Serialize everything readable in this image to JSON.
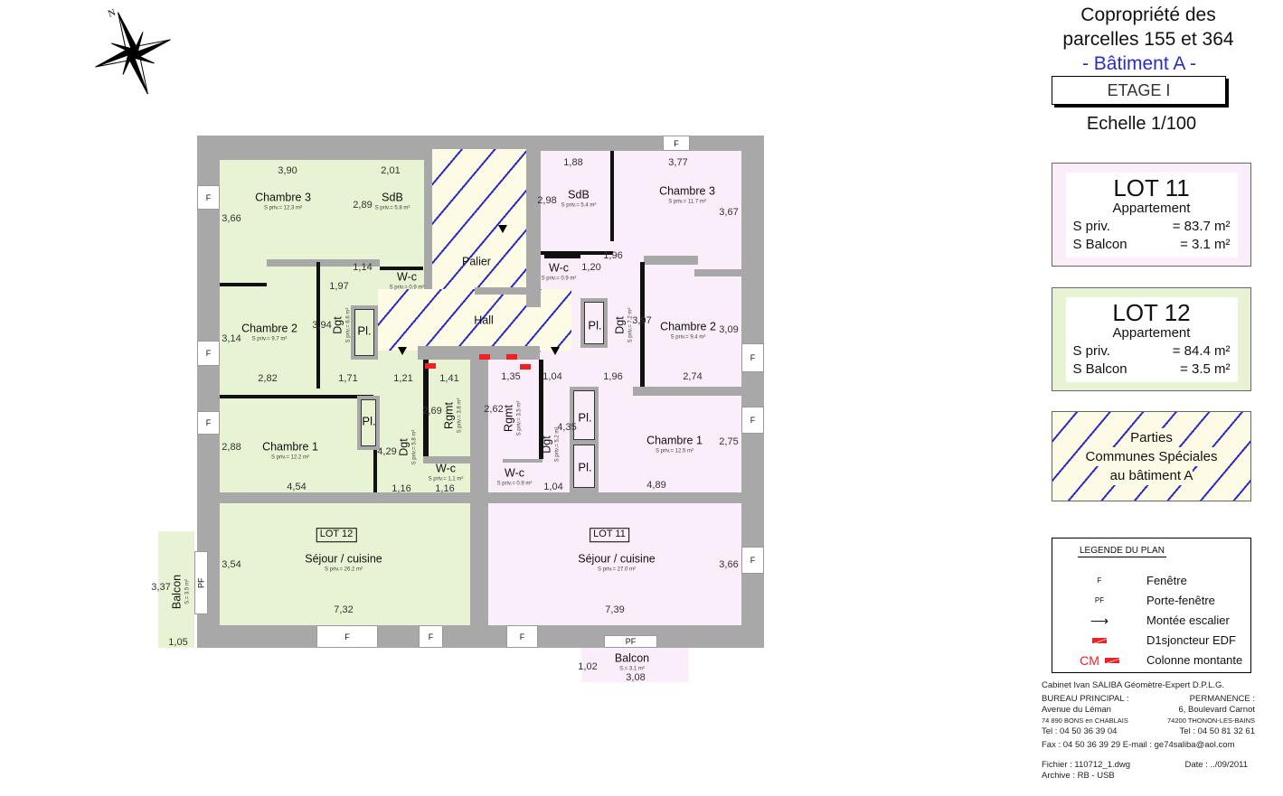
{
  "title": {
    "line1": "Copropriété des",
    "line2": "parcelles 155 et 364",
    "building": "- Bâtiment A -",
    "floor": "ETAGE  I",
    "scale": "Echelle 1/100"
  },
  "compass": {
    "north": "N"
  },
  "lots": [
    {
      "name": "LOT 11",
      "type": "Appartement",
      "priv_label": "S priv.",
      "priv": "= 83.7 m²",
      "balcon_label": "S Balcon",
      "balcon": "=   3.1 m²",
      "color": "#faeefa"
    },
    {
      "name": "LOT 12",
      "type": "Appartement",
      "priv_label": "S priv.",
      "priv": "= 84.4 m²",
      "balcon_label": "S Balcon",
      "balcon": "=   3.5 m²",
      "color": "#e7f3d2"
    }
  ],
  "common": {
    "line1": "Parties",
    "line2": "Communes Spéciales",
    "line3": "au bâtiment A"
  },
  "legend": {
    "title": "LEGENDE DU PLAN",
    "items": [
      {
        "sym": "F",
        "label": "Fenêtre"
      },
      {
        "sym": "PF",
        "label": "Porte-fenêtre"
      },
      {
        "sym": "arrow-icon",
        "label": "Montée escalier"
      },
      {
        "sym": "breaker-icon",
        "label": "D1sjoncteur EDF"
      },
      {
        "sym": "CM",
        "label": "Colonne montante"
      }
    ]
  },
  "footer": {
    "cabinet": "Cabinet Ivan SALIBA Géomètre-Expert D.P.L.G.",
    "bureau": "BUREAU PRINCIPAL :",
    "bureau_addr": "Avenue du Léman",
    "bureau_city": "74 890 BONS en CHABLAIS",
    "bureau_tel": "Tel : 04 50 36 39 04",
    "perm": "PERMANENCE :",
    "perm_addr": "6, Boulevard Carnot",
    "perm_city": "74200 THONON-LES-BAINS",
    "perm_tel": "Tel : 04 50 81 32 61",
    "fax": "Fax : 04 50 36 39 29 E-mail : ge74saliba@aol.com",
    "file": "Fichier : 110712_1.dwg",
    "date": "Date : ../09/2011",
    "archive": "Archive : RB - USB"
  },
  "plan": {
    "lot_tags": [
      "LOT 12",
      "LOT 11"
    ],
    "rooms": [
      {
        "name": "Chambre 3",
        "area": "S priv.= 12.3 m²"
      },
      {
        "name": "SdB",
        "area": "S priv.= 5.8 m²"
      },
      {
        "name": "W-c",
        "area": "S priv.= 0.9 m²"
      },
      {
        "name": "Chambre 2",
        "area": "S priv.= 9.7 m²"
      },
      {
        "name": "Dgt",
        "area": "S priv.= 6.6 m²"
      },
      {
        "name": "Pl.",
        "area": ""
      },
      {
        "name": "Chambre 1",
        "area": "S priv.= 12.2 m²"
      },
      {
        "name": "Pl.",
        "area": ""
      },
      {
        "name": "Dgt",
        "area": "S priv.= 5.8 m²"
      },
      {
        "name": "Rgmt",
        "area": "S priv.= 3.8 m²"
      },
      {
        "name": "W-c",
        "area": "S priv.= 1.1 m²"
      },
      {
        "name": "Séjour / cuisine",
        "area": "S priv.= 26.2 m²"
      },
      {
        "name": "Balcon",
        "area": "S.= 3.5 m²"
      },
      {
        "name": "SdB",
        "area": "S priv.= 5.4 m²"
      },
      {
        "name": "Chambre 3",
        "area": "S priv.= 11.7 m²"
      },
      {
        "name": "W-c",
        "area": "S priv.= 0.9 m²"
      },
      {
        "name": "Dgt",
        "area": "S priv.= 7.2 m²"
      },
      {
        "name": "Pl.",
        "area": ""
      },
      {
        "name": "Chambre 2",
        "area": "S priv.= 9.4 m²"
      },
      {
        "name": "Rgmt",
        "area": "S priv.= 3.5 m²"
      },
      {
        "name": "Dgt",
        "area": "S priv.= 5.2 m²"
      },
      {
        "name": "W-c",
        "area": "S priv.= 0.9 m²"
      },
      {
        "name": "Pl.",
        "area": ""
      },
      {
        "name": "Pl.",
        "area": ""
      },
      {
        "name": "Chambre 1",
        "area": "S priv.= 12.5 m²"
      },
      {
        "name": "Séjour / cuisine",
        "area": "S priv.= 27.0 m²"
      },
      {
        "name": "Balcon",
        "area": "S.= 3.1 m²"
      },
      {
        "name": "Palier",
        "area": ""
      },
      {
        "name": "Hall",
        "area": ""
      }
    ],
    "dims": [
      "3,90",
      "2,01",
      "3,66",
      "2,89",
      "1,14",
      "1,97",
      "3,94",
      "3,14",
      "2,82",
      "1,71",
      "1,21",
      "1,41",
      "4,29",
      "2,69",
      "2,88",
      "4,54",
      "1,16",
      "1,16",
      "3,54",
      "7,32",
      "3,37",
      "1,05",
      "1,88",
      "3,77",
      "2,98",
      "3,67",
      "1,96",
      "1,20",
      "3,97",
      "3,09",
      "1,96",
      "2,74",
      "1,35",
      "1,04",
      "2,62",
      "4,35",
      "2,75",
      "4,89",
      "1,04",
      "3,66",
      "7,39",
      "1,02",
      "3,08"
    ],
    "windows": [
      "F",
      "F",
      "F",
      "F",
      "F",
      "F",
      "F",
      "F",
      "F",
      "F",
      "PF",
      "PF"
    ]
  }
}
